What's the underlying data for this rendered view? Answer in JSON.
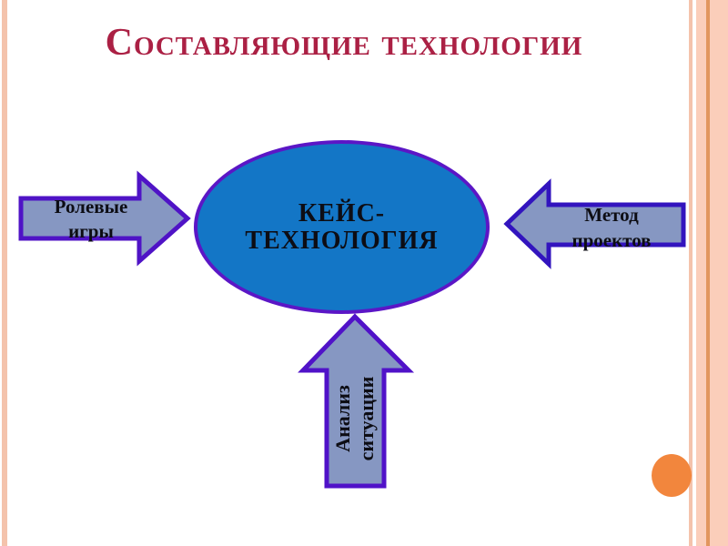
{
  "slide": {
    "title": "Составляющие технологии"
  },
  "ellipse": {
    "lines": [
      "КЕЙС-",
      "ТЕХНОЛОГИЯ"
    ]
  },
  "arrows": {
    "left": {
      "direction": "right",
      "lines": [
        "Ролевые",
        "игры"
      ]
    },
    "right": {
      "direction": "left",
      "lines": [
        "Метод",
        "проектов"
      ]
    },
    "bottom": {
      "direction": "up",
      "lines": [
        "Анализ",
        "ситуации"
      ]
    }
  },
  "colors": {
    "title": "#ab2044",
    "ellipse_fill": "#1376c6",
    "ellipse_border": "#5b16c6",
    "arrow_fill": "#8697c2",
    "arrow_border_left": "#4f13c6",
    "arrow_border_right": "#3214be",
    "arrow_border_bottom": "#5012c8",
    "text": "#0d0d14",
    "accent_circle": "#f2863d",
    "stripe_pink": "#f4c3ac",
    "stripe_peach": "#fbceba",
    "stripe_orange": "#e2965e"
  }
}
